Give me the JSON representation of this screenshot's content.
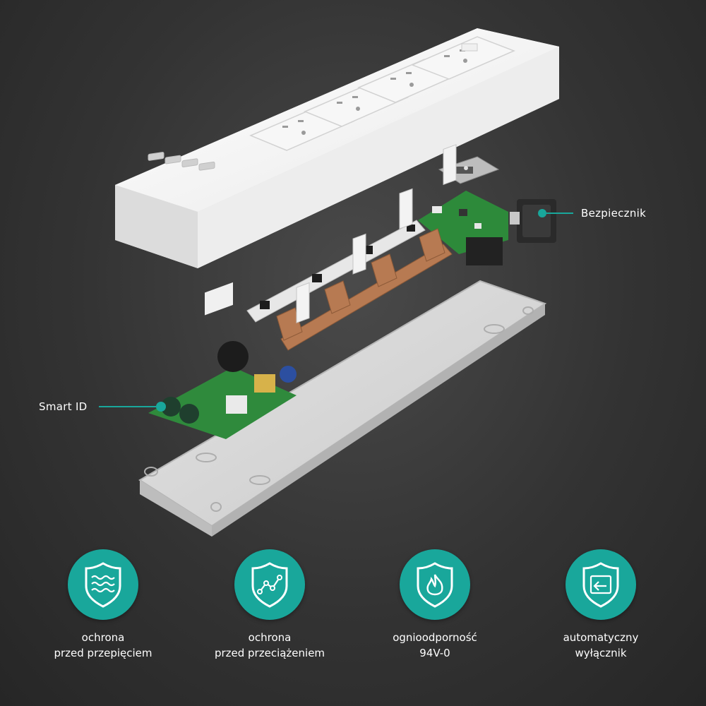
{
  "callouts": {
    "fuse": "Bezpiecznik",
    "smart_id": "Smart ID"
  },
  "features": [
    {
      "icon": "shield-waves-icon",
      "line1": "ochrona",
      "line2": "przed przepięciem"
    },
    {
      "icon": "shield-graph-icon",
      "line1": "ochrona",
      "line2": "przed przeciążeniem"
    },
    {
      "icon": "shield-flame-icon",
      "line1": "ognioodporność",
      "line2": "94V-0"
    },
    {
      "icon": "shield-return-icon",
      "line1": "automatyczny",
      "line2": "wyłącznik"
    }
  ],
  "colors": {
    "accent": "#19a79b",
    "background": "#333333",
    "text": "#ffffff"
  }
}
